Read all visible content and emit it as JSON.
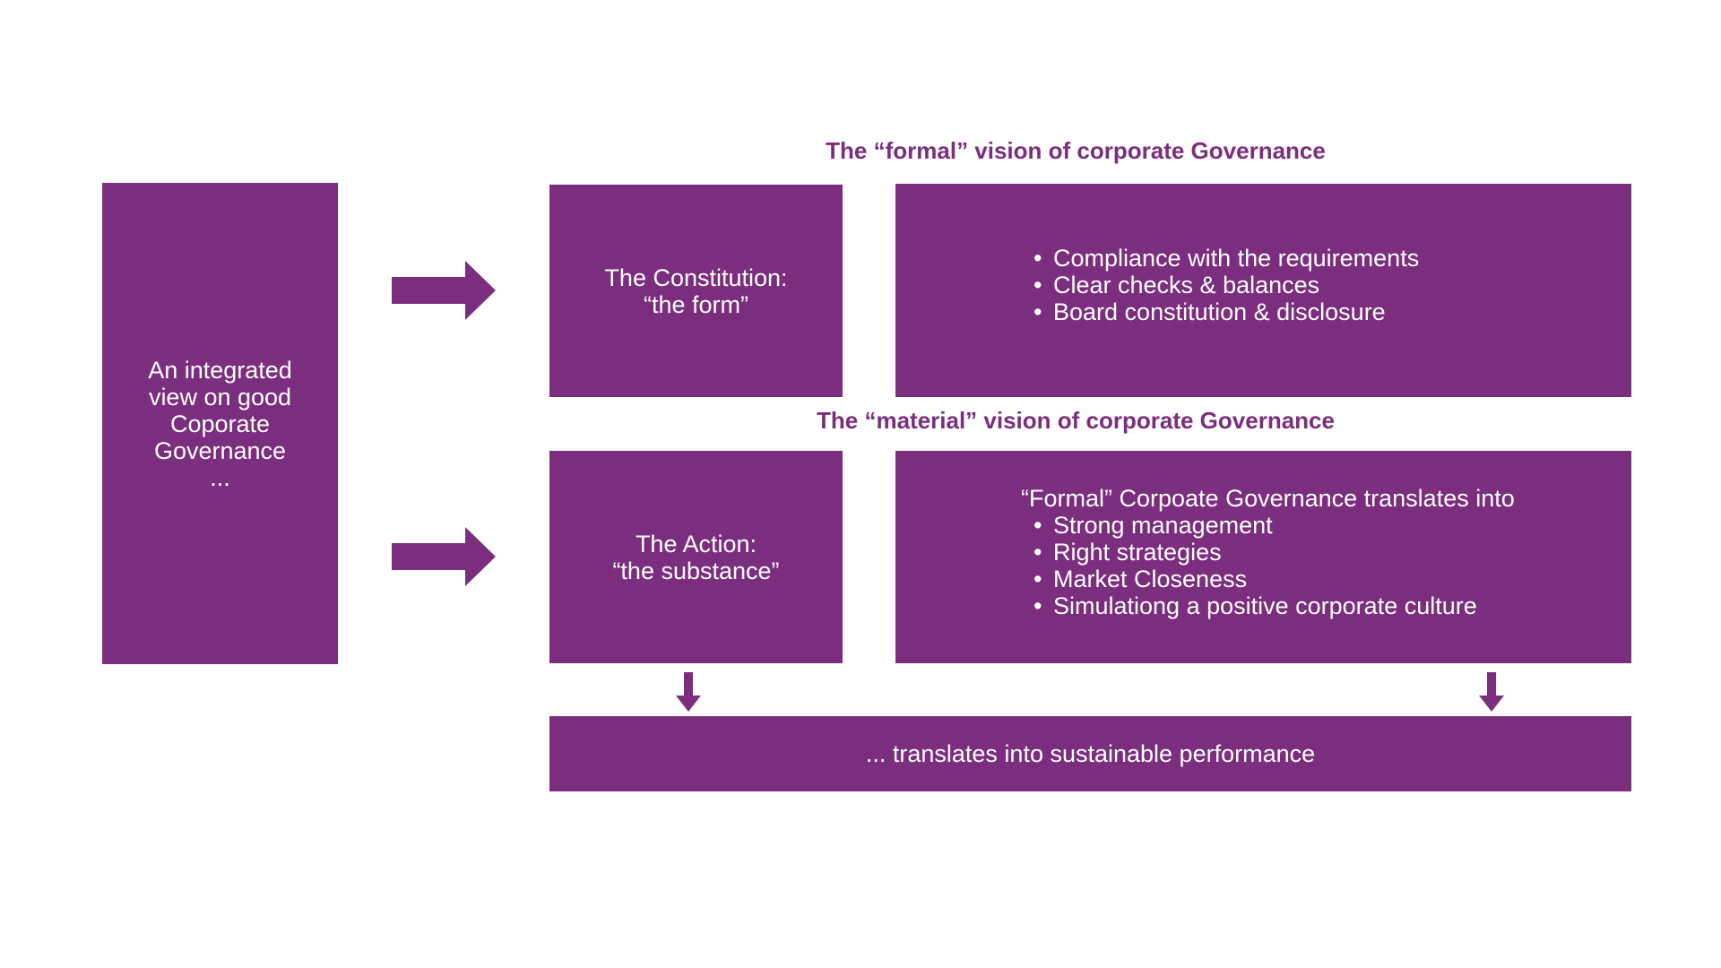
{
  "colors": {
    "brand": "#7b2d7e",
    "text_on_brand": "#ffffff",
    "background": "#ffffff"
  },
  "left_box": {
    "lines": [
      "An integrated",
      "view on good",
      "Coporate",
      "Governance",
      "..."
    ]
  },
  "formal": {
    "heading": "The “formal” vision of corporate Governance",
    "box_lines": [
      "The Constitution:",
      "“the form”"
    ],
    "points": [
      "Compliance with the requirements",
      "Clear checks & balances",
      "Board constitution & disclosure"
    ]
  },
  "material": {
    "heading": "The “material” vision of corporate Governance",
    "box_lines": [
      "The Action:",
      "“the substance”"
    ],
    "intro": "“Formal” Corpoate Governance translates into",
    "points": [
      "Strong management",
      "Right strategies",
      "Market Closeness",
      "Simulationg a positive corporate culture"
    ]
  },
  "bottom_box": {
    "text": "... translates into sustainable performance"
  },
  "icons": {
    "right_arrow": "right-arrow-icon",
    "down_arrow": "down-arrow-icon"
  }
}
